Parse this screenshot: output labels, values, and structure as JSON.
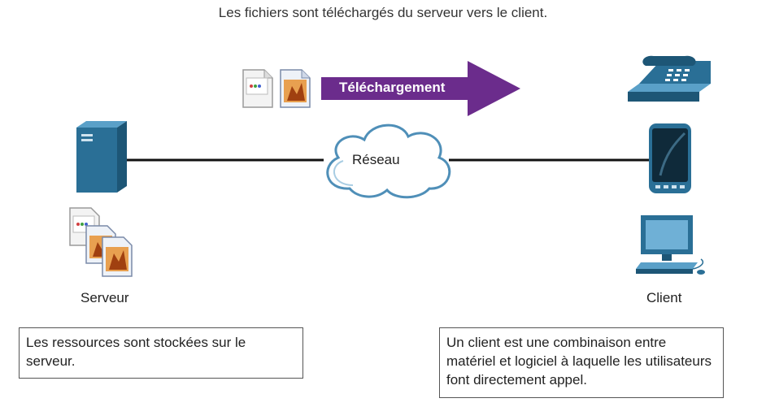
{
  "caption": "Les fichiers sont téléchargés du serveur vers le client.",
  "arrow": {
    "label": "Téléchargement",
    "color": "#6b2c8c"
  },
  "network": {
    "label": "Réseau"
  },
  "server": {
    "label": "Serveur",
    "note": "Les ressources sont stockées sur le serveur."
  },
  "client": {
    "label": "Client",
    "note": "Un client est une combinaison entre matériel et logiciel à laquelle les utilisateurs font directement appel."
  },
  "icons": [
    "server-tower-icon",
    "document-file-icon",
    "image-file-icon",
    "desk-phone-icon",
    "smartphone-icon",
    "desktop-computer-icon",
    "cloud-icon"
  ],
  "colors": {
    "device_blue": "#2a6f96",
    "cloud_stroke": "#4f8fb8",
    "arrow": "#6b2c8c"
  }
}
